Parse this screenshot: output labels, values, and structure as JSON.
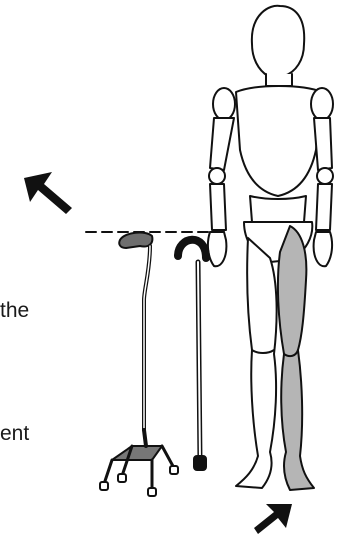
{
  "text_fragments": [
    "the",
    "ent"
  ],
  "colors": {
    "outline": "#111111",
    "affected_leg_fill": "#b5b5b5",
    "body_fill": "#ffffff",
    "cane_grip": "#6e6e6e"
  },
  "icons": [
    "pointer-arrow-icon",
    "quad-cane",
    "offset-cane",
    "wooden-mannequin"
  ]
}
